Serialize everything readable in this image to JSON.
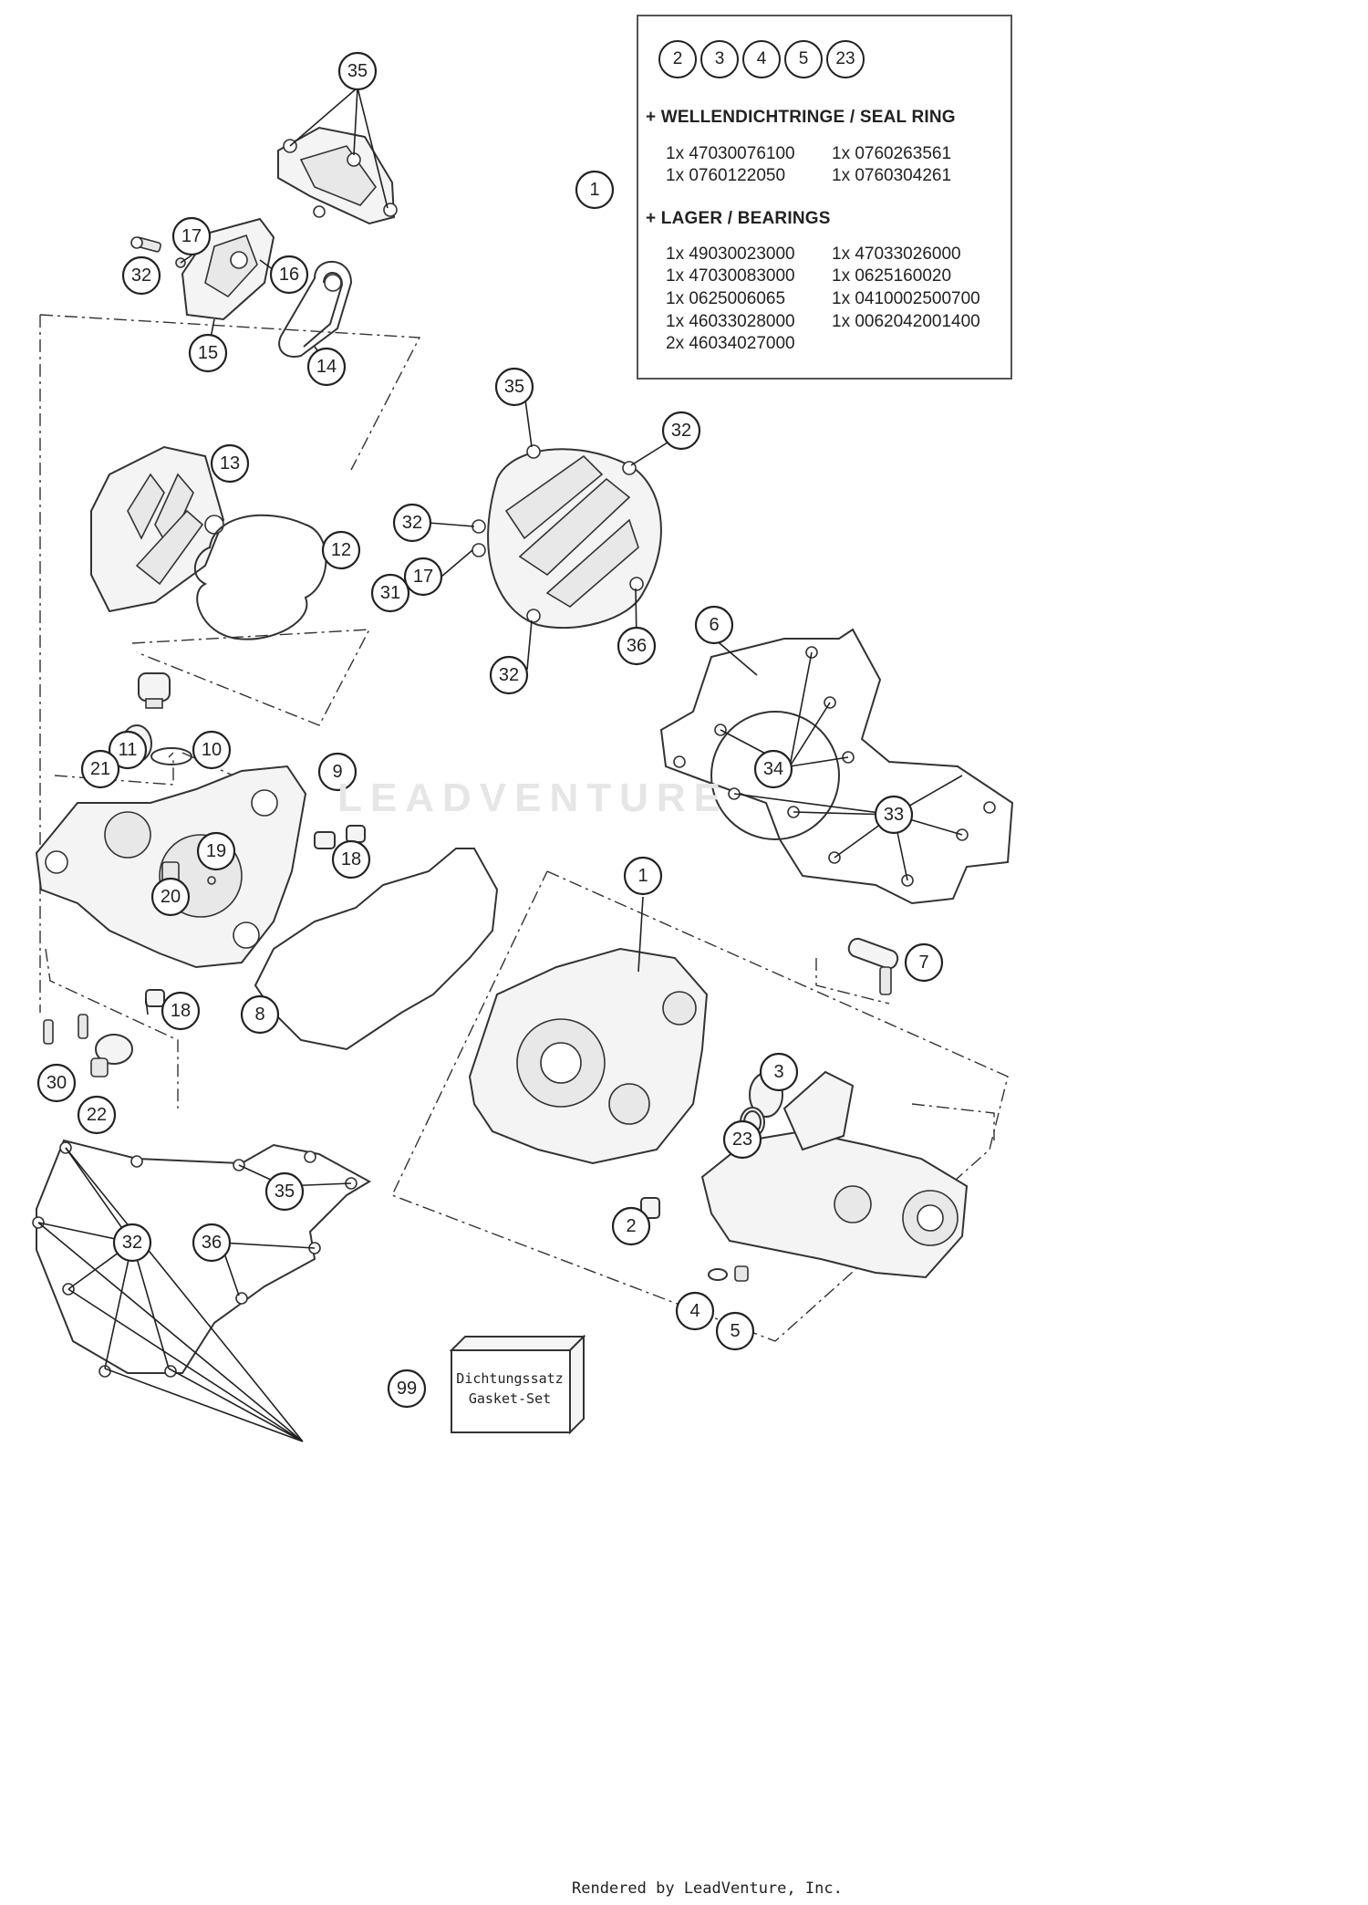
{
  "watermark": "LEADVENTURE",
  "credit": "Rendered by LeadVenture, Inc.",
  "gasket_set": {
    "line1": "Dichtungssatz",
    "line2": "Gasket-Set",
    "callout": "99"
  },
  "info_box": {
    "kit_parts": [
      "2",
      "3",
      "4",
      "5",
      "23"
    ],
    "callout": "1",
    "seal_heading": "+ WELLENDICHTRINGE / SEAL RING",
    "seal_rows": [
      [
        "1x 47030076100",
        "1x 0760263561"
      ],
      [
        "1x 0760122050",
        "1x 0760304261"
      ]
    ],
    "bearing_heading": "+ LAGER / BEARINGS",
    "bearing_rows": [
      [
        "1x 49030023000",
        "1x 47033026000"
      ],
      [
        "1x 47030083000",
        "1x 0625160020"
      ],
      [
        "1x 0625006065",
        "1x 0410002500700"
      ],
      [
        "1x 46033028000",
        "1x 0062042001400"
      ],
      [
        "2x 46034027000",
        ""
      ]
    ]
  },
  "callouts": [
    "35",
    "17",
    "32",
    "16",
    "15",
    "14",
    "13",
    "12",
    "35",
    "32",
    "32",
    "17",
    "31",
    "32",
    "36",
    "6",
    "34",
    "33",
    "11",
    "10",
    "21",
    "9",
    "19",
    "20",
    "18",
    "18",
    "8",
    "1",
    "7",
    "30",
    "22",
    "3",
    "23",
    "2",
    "4",
    "5",
    "35",
    "32",
    "36"
  ]
}
